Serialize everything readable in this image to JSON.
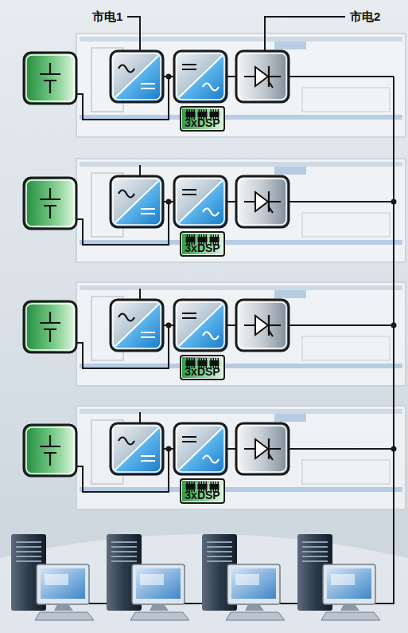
{
  "diagram": {
    "nodes": [
      {
        "text": [
          "3xDSP"
        ]
      },
      {
        "text": [
          "3xDSP"
        ]
      },
      {
        "text": [
          "3xDSP"
        ]
      },
      {
        "text": [
          "3xDSP"
        ]
      }
    ],
    "labels": [
      "市电1",
      "市电2"
    ]
  }
}
